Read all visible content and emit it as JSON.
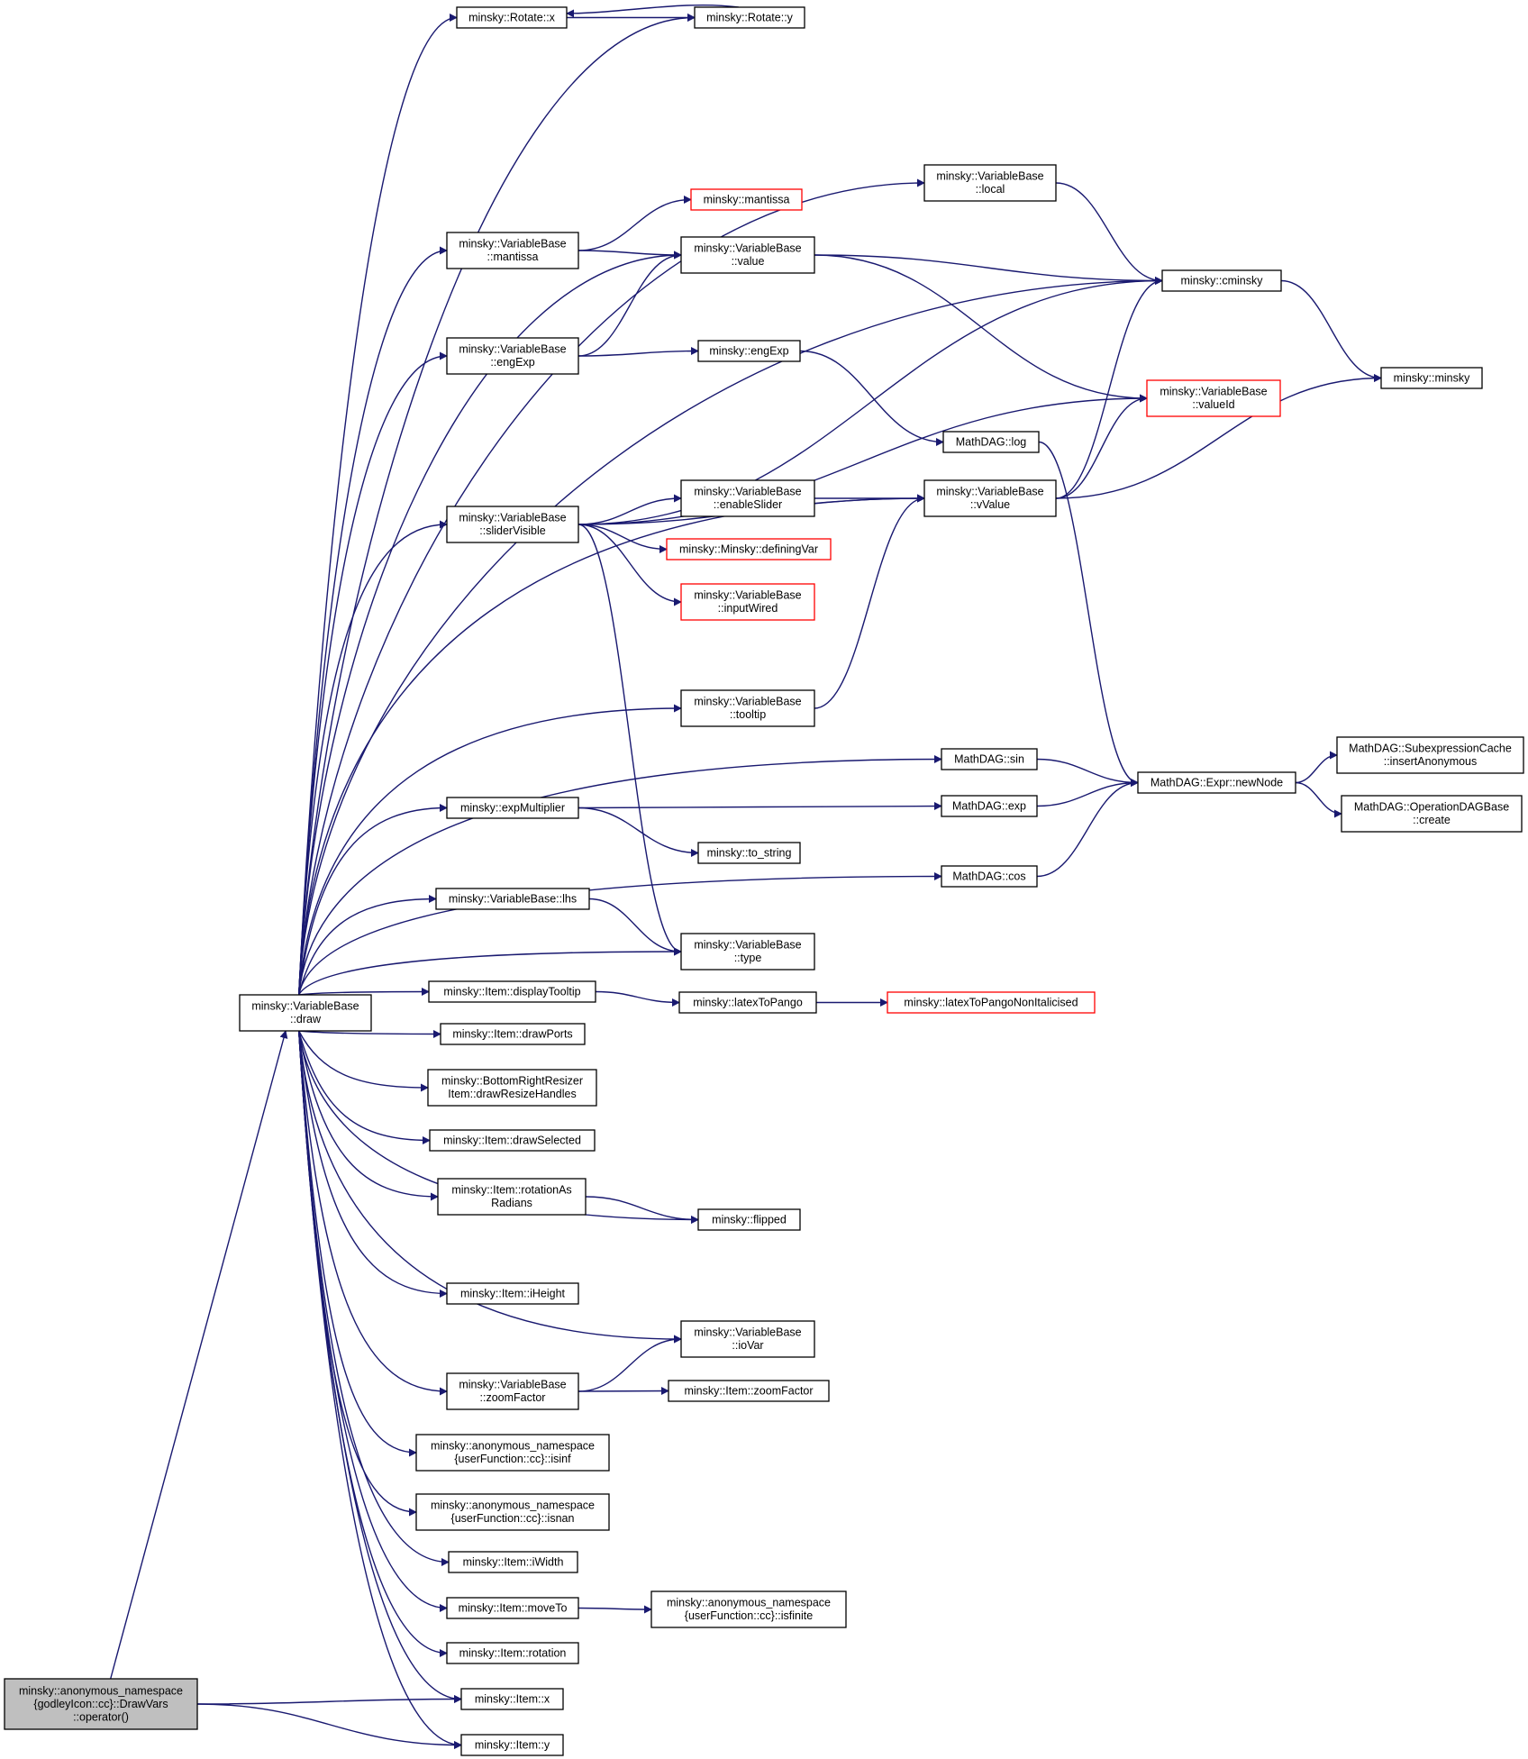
{
  "colors": {
    "edge": "#191970",
    "node_border": "#000000",
    "node_border_truncated": "#ff0000",
    "root_fill": "#bfbfbf",
    "node_fill": "#ffffff",
    "text": "#000000"
  },
  "nodes": [
    {
      "id": "root",
      "lines": [
        "minsky::anonymous_namespace",
        "{godleyIcon::cc}::DrawVars",
        "::operator()"
      ],
      "style": "root"
    },
    {
      "id": "draw",
      "lines": [
        "minsky::VariableBase",
        "::draw"
      ],
      "style": "normal"
    },
    {
      "id": "rotx",
      "lines": [
        "minsky::Rotate::x"
      ],
      "style": "normal"
    },
    {
      "id": "roty",
      "lines": [
        "minsky::Rotate::y"
      ],
      "style": "normal"
    },
    {
      "id": "local",
      "lines": [
        "minsky::VariableBase",
        "::local"
      ],
      "style": "normal"
    },
    {
      "id": "mantissa_fn",
      "lines": [
        "minsky::mantissa"
      ],
      "style": "truncated"
    },
    {
      "id": "vb_mantissa",
      "lines": [
        "minsky::VariableBase",
        "::mantissa"
      ],
      "style": "normal"
    },
    {
      "id": "vb_value",
      "lines": [
        "minsky::VariableBase",
        "::value"
      ],
      "style": "normal"
    },
    {
      "id": "cminsky",
      "lines": [
        "minsky::cminsky"
      ],
      "style": "normal"
    },
    {
      "id": "vb_engexp",
      "lines": [
        "minsky::VariableBase",
        "::engExp"
      ],
      "style": "normal"
    },
    {
      "id": "engexp",
      "lines": [
        "minsky::engExp"
      ],
      "style": "normal"
    },
    {
      "id": "minsky",
      "lines": [
        "minsky::minsky"
      ],
      "style": "normal"
    },
    {
      "id": "valueid",
      "lines": [
        "minsky::VariableBase",
        "::valueId"
      ],
      "style": "truncated"
    },
    {
      "id": "log",
      "lines": [
        "MathDAG::log"
      ],
      "style": "normal"
    },
    {
      "id": "slidervis",
      "lines": [
        "minsky::VariableBase",
        "::sliderVisible"
      ],
      "style": "normal"
    },
    {
      "id": "enableslider",
      "lines": [
        "minsky::VariableBase",
        "::enableSlider"
      ],
      "style": "normal"
    },
    {
      "id": "vvalue",
      "lines": [
        "minsky::VariableBase",
        "::vValue"
      ],
      "style": "normal"
    },
    {
      "id": "definingvar",
      "lines": [
        "minsky::Minsky::definingVar"
      ],
      "style": "truncated"
    },
    {
      "id": "inputwired",
      "lines": [
        "minsky::VariableBase",
        "::inputWired"
      ],
      "style": "truncated"
    },
    {
      "id": "tooltip",
      "lines": [
        "minsky::VariableBase",
        "::tooltip"
      ],
      "style": "normal"
    },
    {
      "id": "sin",
      "lines": [
        "MathDAG::sin"
      ],
      "style": "normal"
    },
    {
      "id": "newnode",
      "lines": [
        "MathDAG::Expr::newNode"
      ],
      "style": "normal"
    },
    {
      "id": "subexpr",
      "lines": [
        "MathDAG::SubexpressionCache",
        "::insertAnonymous"
      ],
      "style": "normal"
    },
    {
      "id": "opdag",
      "lines": [
        "MathDAG::OperationDAGBase",
        "::create"
      ],
      "style": "normal"
    },
    {
      "id": "expmult",
      "lines": [
        "minsky::expMultiplier"
      ],
      "style": "normal"
    },
    {
      "id": "exp",
      "lines": [
        "MathDAG::exp"
      ],
      "style": "normal"
    },
    {
      "id": "tostring",
      "lines": [
        "minsky::to_string"
      ],
      "style": "normal"
    },
    {
      "id": "cos",
      "lines": [
        "MathDAG::cos"
      ],
      "style": "normal"
    },
    {
      "id": "lhs",
      "lines": [
        "minsky::VariableBase::lhs"
      ],
      "style": "normal"
    },
    {
      "id": "vbtype",
      "lines": [
        "minsky::VariableBase",
        "::type"
      ],
      "style": "normal"
    },
    {
      "id": "disptooltip",
      "lines": [
        "minsky::Item::displayTooltip"
      ],
      "style": "normal"
    },
    {
      "id": "latex",
      "lines": [
        "minsky::latexToPango"
      ],
      "style": "normal"
    },
    {
      "id": "latexni",
      "lines": [
        "minsky::latexToPangoNonItalicised"
      ],
      "style": "truncated"
    },
    {
      "id": "drawports",
      "lines": [
        "minsky::Item::drawPorts"
      ],
      "style": "normal"
    },
    {
      "id": "brr",
      "lines": [
        "minsky::BottomRightResizer",
        "Item::drawResizeHandles"
      ],
      "style": "normal"
    },
    {
      "id": "drawsel",
      "lines": [
        "minsky::Item::drawSelected"
      ],
      "style": "normal"
    },
    {
      "id": "rotrad",
      "lines": [
        "minsky::Item::rotationAs",
        "Radians"
      ],
      "style": "normal"
    },
    {
      "id": "flipped",
      "lines": [
        "minsky::flipped"
      ],
      "style": "normal"
    },
    {
      "id": "iheight",
      "lines": [
        "minsky::Item::iHeight"
      ],
      "style": "normal"
    },
    {
      "id": "iovar",
      "lines": [
        "minsky::VariableBase",
        "::ioVar"
      ],
      "style": "normal"
    },
    {
      "id": "vbzoom",
      "lines": [
        "minsky::VariableBase",
        "::zoomFactor"
      ],
      "style": "normal"
    },
    {
      "id": "itemzoom",
      "lines": [
        "minsky::Item::zoomFactor"
      ],
      "style": "normal"
    },
    {
      "id": "isinf",
      "lines": [
        "minsky::anonymous_namespace",
        "{userFunction::cc}::isinf"
      ],
      "style": "normal"
    },
    {
      "id": "isnan",
      "lines": [
        "minsky::anonymous_namespace",
        "{userFunction::cc}::isnan"
      ],
      "style": "normal"
    },
    {
      "id": "iwidth",
      "lines": [
        "minsky::Item::iWidth"
      ],
      "style": "normal"
    },
    {
      "id": "moveto",
      "lines": [
        "minsky::Item::moveTo"
      ],
      "style": "normal"
    },
    {
      "id": "isfinite",
      "lines": [
        "minsky::anonymous_namespace",
        "{userFunction::cc}::isfinite"
      ],
      "style": "normal"
    },
    {
      "id": "rotation",
      "lines": [
        "minsky::Item::rotation"
      ],
      "style": "normal"
    },
    {
      "id": "itemx",
      "lines": [
        "minsky::Item::x"
      ],
      "style": "normal"
    },
    {
      "id": "itemy",
      "lines": [
        "minsky::Item::y"
      ],
      "style": "normal"
    }
  ],
  "edges": [
    [
      "root",
      "draw"
    ],
    [
      "root",
      "itemx"
    ],
    [
      "root",
      "itemy"
    ],
    [
      "draw",
      "rotx"
    ],
    [
      "draw",
      "roty"
    ],
    [
      "rotx",
      "roty"
    ],
    [
      "roty",
      "rotx"
    ],
    [
      "draw",
      "cminsky"
    ],
    [
      "draw",
      "local"
    ],
    [
      "draw",
      "vb_mantissa"
    ],
    [
      "draw",
      "vb_value"
    ],
    [
      "draw",
      "vb_engexp"
    ],
    [
      "draw",
      "slidervis"
    ],
    [
      "draw",
      "vvalue"
    ],
    [
      "draw",
      "tooltip"
    ],
    [
      "draw",
      "sin"
    ],
    [
      "draw",
      "expmult"
    ],
    [
      "draw",
      "cos"
    ],
    [
      "draw",
      "lhs"
    ],
    [
      "draw",
      "vbtype"
    ],
    [
      "draw",
      "disptooltip"
    ],
    [
      "draw",
      "drawports"
    ],
    [
      "draw",
      "brr"
    ],
    [
      "draw",
      "drawsel"
    ],
    [
      "draw",
      "rotrad"
    ],
    [
      "draw",
      "flipped"
    ],
    [
      "draw",
      "iheight"
    ],
    [
      "draw",
      "iovar"
    ],
    [
      "draw",
      "vbzoom"
    ],
    [
      "draw",
      "isinf"
    ],
    [
      "draw",
      "isnan"
    ],
    [
      "draw",
      "iwidth"
    ],
    [
      "draw",
      "moveto"
    ],
    [
      "draw",
      "rotation"
    ],
    [
      "draw",
      "itemx"
    ],
    [
      "draw",
      "itemy"
    ],
    [
      "local",
      "cminsky"
    ],
    [
      "vb_mantissa",
      "mantissa_fn"
    ],
    [
      "vb_mantissa",
      "vb_value"
    ],
    [
      "vb_value",
      "cminsky"
    ],
    [
      "vb_value",
      "valueid"
    ],
    [
      "vb_engexp",
      "vb_value"
    ],
    [
      "vb_engexp",
      "engexp"
    ],
    [
      "engexp",
      "log"
    ],
    [
      "log",
      "newnode"
    ],
    [
      "cminsky",
      "minsky"
    ],
    [
      "slidervis",
      "cminsky"
    ],
    [
      "slidervis",
      "valueid"
    ],
    [
      "slidervis",
      "vvalue"
    ],
    [
      "slidervis",
      "enableslider"
    ],
    [
      "slidervis",
      "definingvar"
    ],
    [
      "slidervis",
      "inputwired"
    ],
    [
      "slidervis",
      "vbtype"
    ],
    [
      "enableslider",
      "vvalue"
    ],
    [
      "vvalue",
      "cminsky"
    ],
    [
      "vvalue",
      "valueid"
    ],
    [
      "vvalue",
      "minsky"
    ],
    [
      "tooltip",
      "vvalue"
    ],
    [
      "sin",
      "newnode"
    ],
    [
      "exp",
      "newnode"
    ],
    [
      "cos",
      "newnode"
    ],
    [
      "newnode",
      "subexpr"
    ],
    [
      "newnode",
      "opdag"
    ],
    [
      "expmult",
      "exp"
    ],
    [
      "expmult",
      "tostring"
    ],
    [
      "lhs",
      "vbtype"
    ],
    [
      "disptooltip",
      "latex"
    ],
    [
      "latex",
      "latexni"
    ],
    [
      "rotrad",
      "flipped"
    ],
    [
      "vbzoom",
      "iovar"
    ],
    [
      "vbzoom",
      "itemzoom"
    ],
    [
      "moveto",
      "isfinite"
    ]
  ]
}
